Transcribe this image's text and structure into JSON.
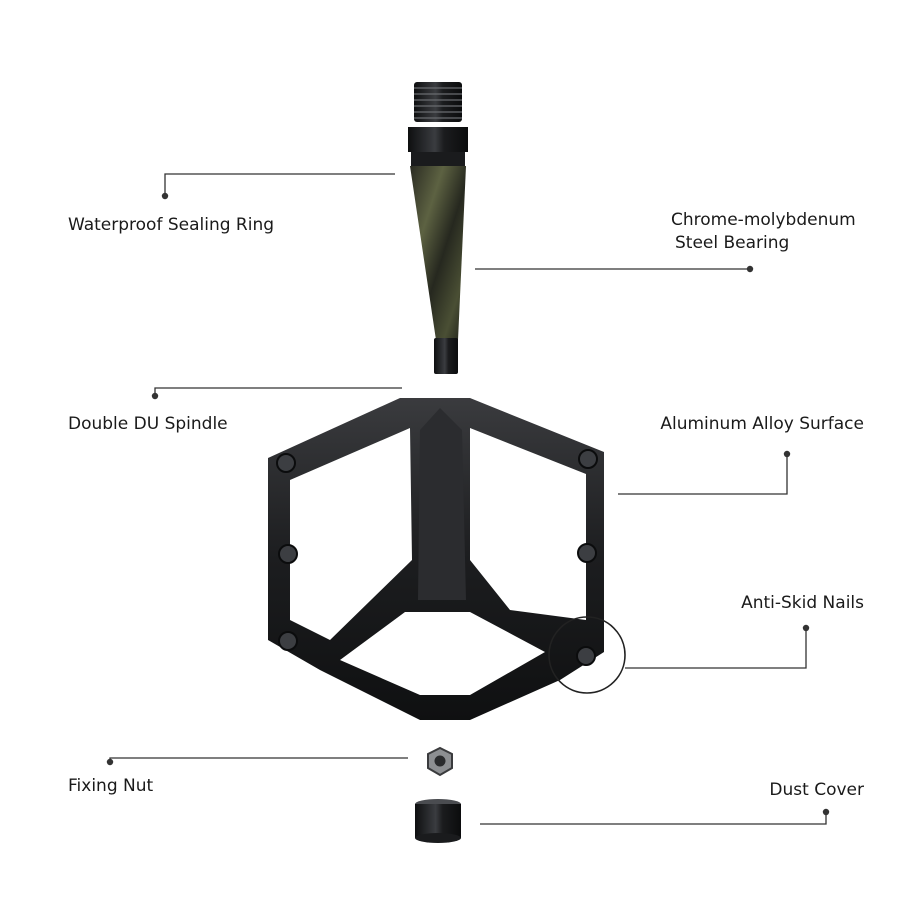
{
  "labels": {
    "waterproof_sealing_ring": "Waterproof Sealing Ring",
    "bearing_line1": "Chrome-molybdenum",
    "bearing_line2": "Steel Bearing",
    "double_du_spindle": "Double DU Spindle",
    "aluminum_alloy_surface": "Aluminum Alloy Surface",
    "anti_skid_nails": "Anti-Skid Nails",
    "fixing_nut": "Fixing Nut",
    "dust_cover": "Dust Cover"
  },
  "colors": {
    "leader_line": "#333333",
    "pedal_body": "#1e1f21",
    "pedal_highlight": "#4a4c50",
    "spindle_olive": "#4e5236",
    "text": "#1a1a1a"
  }
}
